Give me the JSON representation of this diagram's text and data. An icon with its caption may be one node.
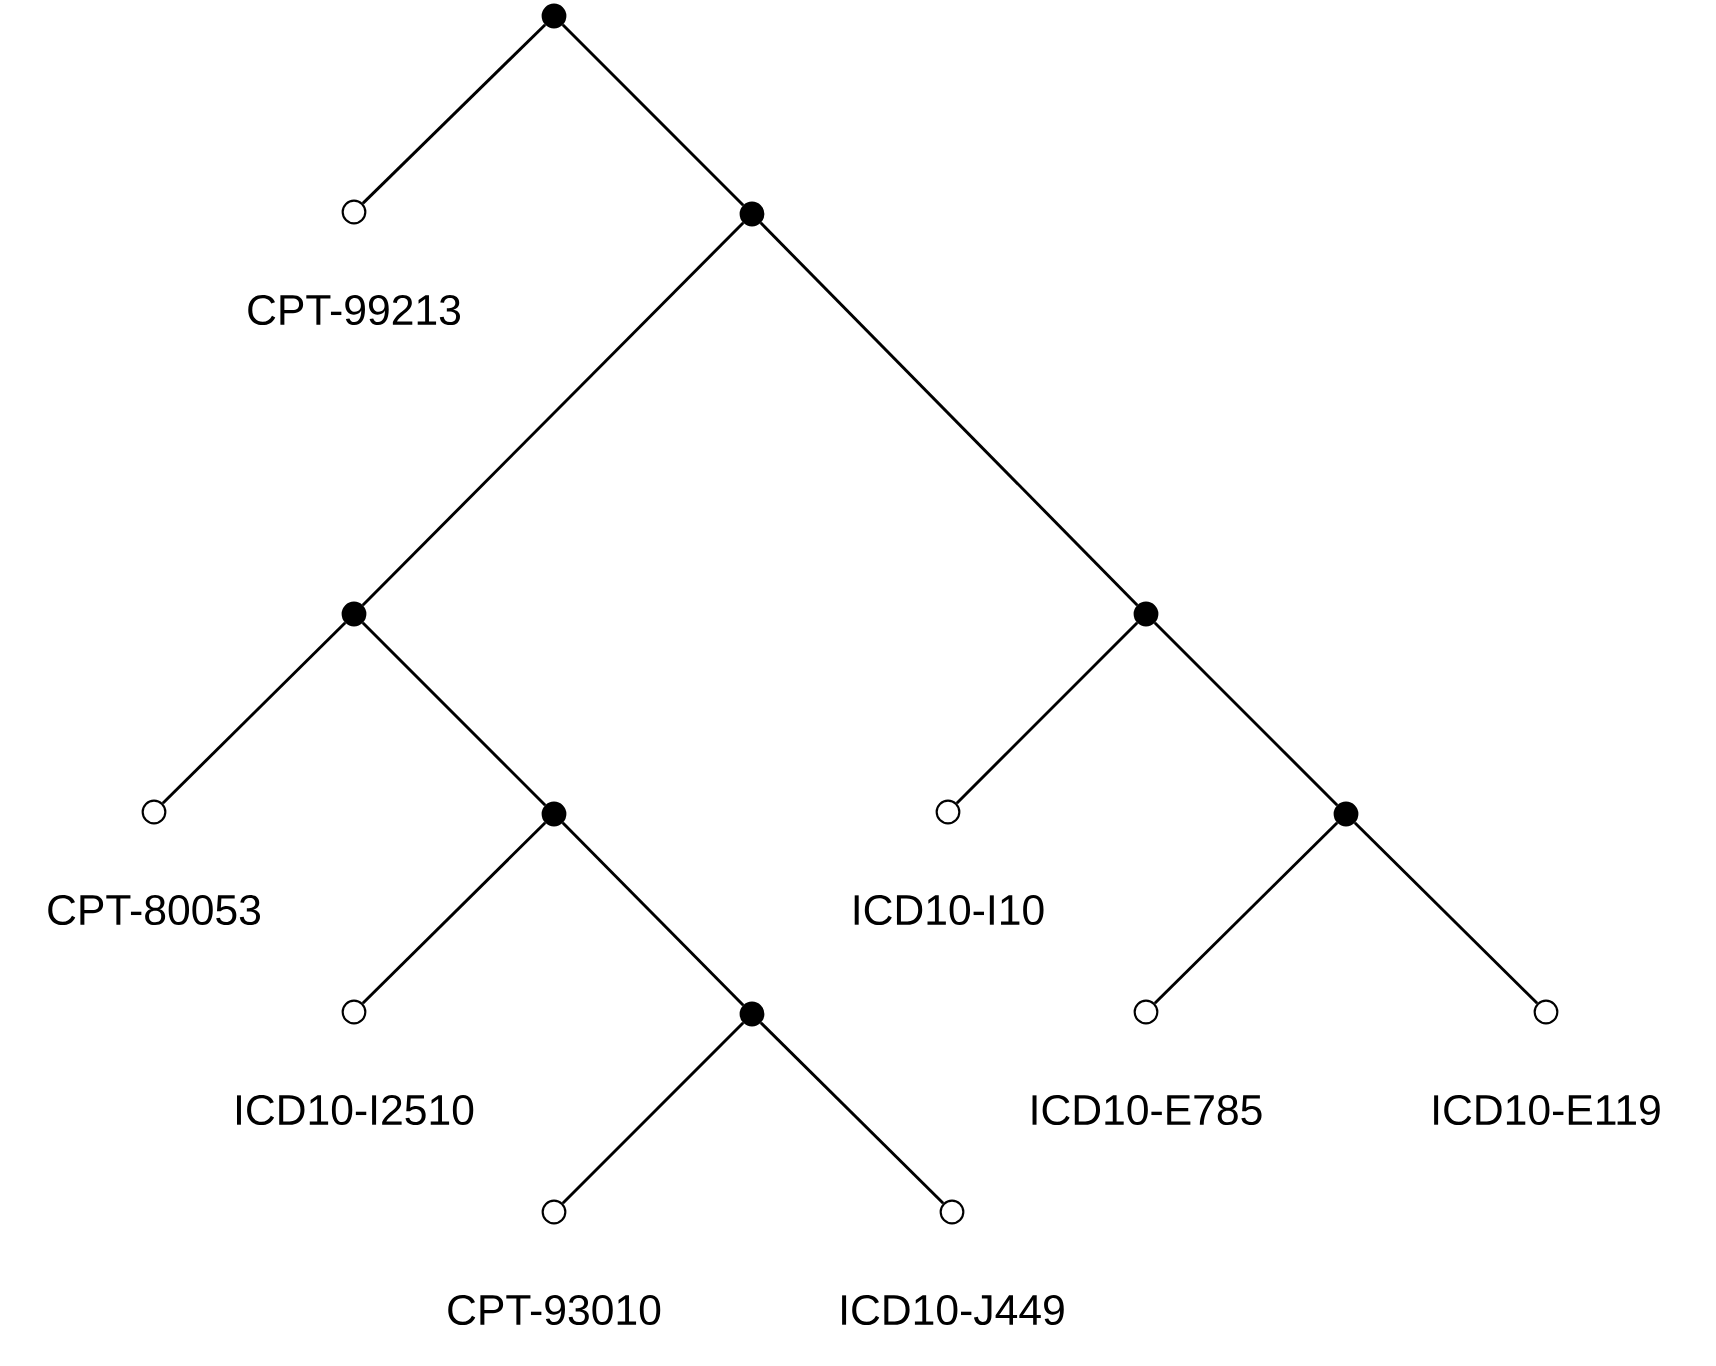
{
  "diagram": {
    "nodes": [
      {
        "text": [],
        "shape": "dot"
      },
      {
        "text": [],
        "shape": "circle",
        "beside": [
          "CPT-99213"
        ]
      },
      {
        "text": [],
        "shape": "dot"
      },
      {
        "text": [],
        "shape": "dot"
      },
      {
        "text": [],
        "shape": "dot"
      },
      {
        "text": [],
        "shape": "circle",
        "beside": [
          "CPT-80053"
        ]
      },
      {
        "text": [],
        "shape": "dot"
      },
      {
        "text": [],
        "shape": "circle",
        "beside": [
          "ICD10-I10"
        ]
      },
      {
        "text": [],
        "shape": "dot"
      },
      {
        "text": [],
        "shape": "circle",
        "beside": [
          "ICD10-I2510"
        ]
      },
      {
        "text": [],
        "shape": "dot"
      },
      {
        "text": [],
        "shape": "circle",
        "beside": [
          "ICD10-E785"
        ]
      },
      {
        "text": [],
        "shape": "circle",
        "beside": [
          "ICD10-E119"
        ]
      },
      {
        "text": [],
        "shape": "circle",
        "beside": [
          "CPT-93010"
        ]
      },
      {
        "text": [],
        "shape": "circle",
        "beside": [
          "ICD10-J449"
        ]
      }
    ],
    "edges": [
      {
        "from": 0,
        "to": 1,
        "arrow": "none"
      },
      {
        "from": 0,
        "to": 2,
        "arrow": "none"
      },
      {
        "from": 2,
        "to": 3,
        "arrow": "none"
      },
      {
        "from": 2,
        "to": 4,
        "arrow": "none"
      },
      {
        "from": 3,
        "to": 5,
        "arrow": "none"
      },
      {
        "from": 3,
        "to": 6,
        "arrow": "none"
      },
      {
        "from": 4,
        "to": 7,
        "arrow": "none"
      },
      {
        "from": 4,
        "to": 8,
        "arrow": "none"
      },
      {
        "from": 6,
        "to": 9,
        "arrow": "none"
      },
      {
        "from": 6,
        "to": 10,
        "arrow": "none"
      },
      {
        "from": 8,
        "to": 11,
        "arrow": "none"
      },
      {
        "from": 8,
        "to": 12,
        "arrow": "none"
      },
      {
        "from": 10,
        "to": 13,
        "arrow": "none"
      },
      {
        "from": 10,
        "to": 14,
        "arrow": "none"
      }
    ]
  }
}
